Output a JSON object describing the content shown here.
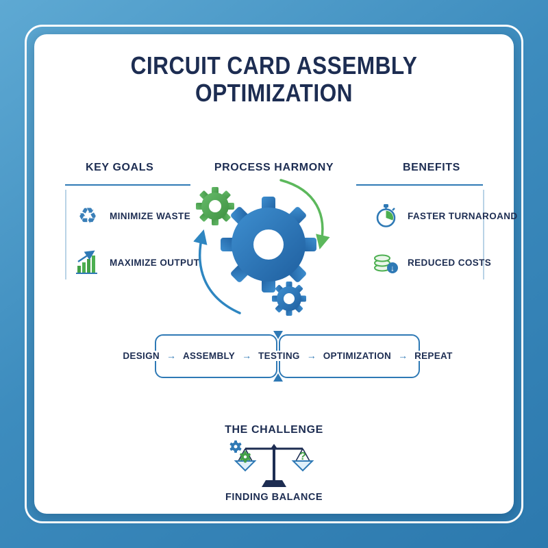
{
  "title": {
    "line1": "CIRCUIT CARD ASSEMBLY",
    "line2": "OPTIMIZATION"
  },
  "key_goals": {
    "heading": "KEY GOALS",
    "items": [
      {
        "icon": "recycle-icon",
        "label": "MINIMIZE WASTE"
      },
      {
        "icon": "bar-chart-icon",
        "label": "MAXIMIZE OUTPUT"
      }
    ]
  },
  "process": {
    "heading": "PROCESS HARMONY"
  },
  "benefits": {
    "heading": "BENEFITS",
    "items": [
      {
        "icon": "stopwatch-icon",
        "label": "FASTER TURNAROAND"
      },
      {
        "icon": "coins-icon",
        "label": "REDUCED COSTS"
      }
    ]
  },
  "flow": {
    "steps": [
      "DESIGN",
      "ASSEMBLY",
      "TESTING",
      "OPTIMIZATION",
      "REPEAT"
    ],
    "arrow": "→"
  },
  "challenge": {
    "heading": "THE CHALLENGE",
    "icon": "balance-scale-icon",
    "caption": "FINDING BALANCE"
  },
  "glyphs": {
    "recycle": "♻",
    "down_arrow": "↓",
    "question_mark": "?"
  },
  "colors": {
    "navy": "#1d2d52",
    "blue_accent": "#2e79b5",
    "green": "#43a047",
    "background_blue": "#3d8cbe"
  }
}
